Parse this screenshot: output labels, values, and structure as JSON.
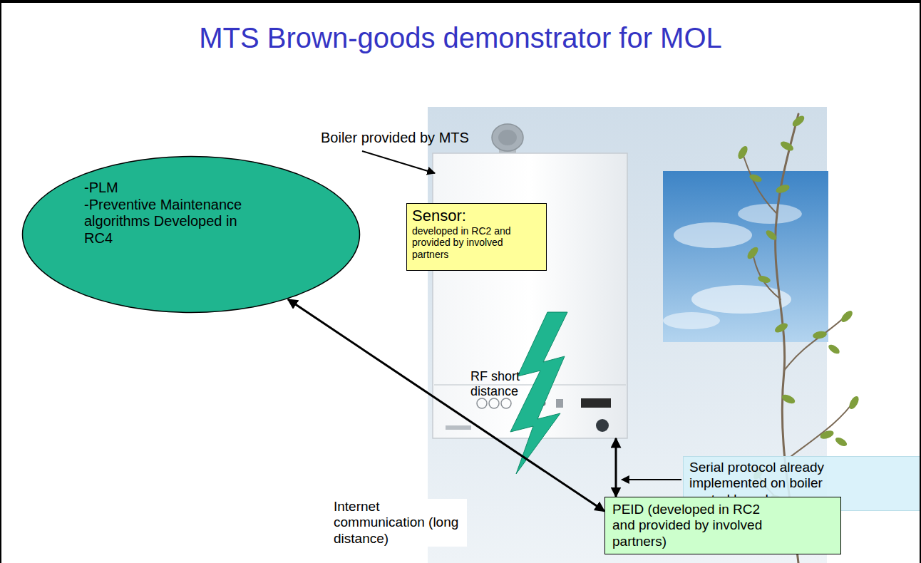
{
  "diagram": {
    "title": "MTS Brown-goods demonstrator for MOL",
    "nodes": [
      {
        "text": [
          "Boiler provided by MTS"
        ]
      },
      {
        "text": [
          "Sensor:",
          "developed in RC2 and provided by involved partners"
        ]
      },
      {
        "text": [
          "-PLM",
          "-Preventive Maintenance algorithms Developed in RC4"
        ]
      },
      {
        "text": [
          "Serial protocol already implemented on boiler control board"
        ]
      },
      {
        "text": [
          "PEID (developed in RC2 and provided by involved partners)"
        ]
      }
    ],
    "edges": [
      {
        "from": 2,
        "to": 4,
        "arrow": "both",
        "label": "Internet communication (long distance)"
      },
      {
        "from": 0,
        "to": 4,
        "arrow": "both"
      }
    ],
    "labels": [
      "RF short distance"
    ]
  }
}
